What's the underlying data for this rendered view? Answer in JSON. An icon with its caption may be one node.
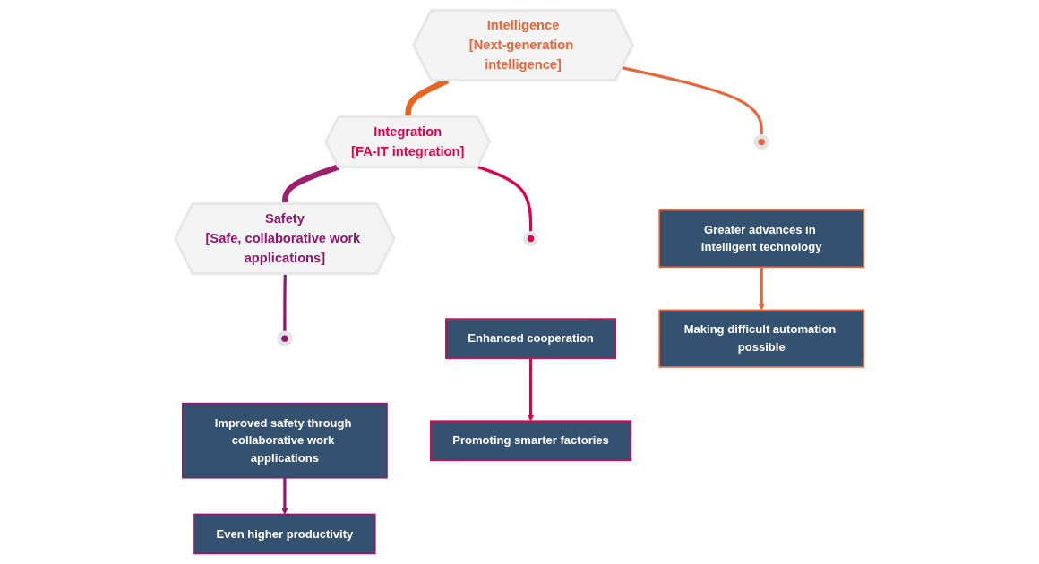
{
  "diagram": {
    "nodes": [
      {
        "text": [
          "Intelligence",
          "[Next-generation intelligence]"
        ]
      },
      {
        "text": [
          "Integration",
          "[FA-IT integration]"
        ]
      },
      {
        "text": [
          "Safety",
          "[Safe, collaborative work applications]"
        ]
      },
      {
        "text": [],
        "shape": "circle"
      },
      {
        "text": [],
        "shape": "circle"
      },
      {
        "text": [],
        "shape": "circle"
      },
      {
        "text": [
          "Greater advances in intelligent technology"
        ]
      },
      {
        "text": [
          "Enhanced cooperation"
        ]
      },
      {
        "text": [
          "Improved safety through collaborative work applications"
        ]
      },
      {
        "text": [
          "Making difficult automation possible"
        ]
      },
      {
        "text": [
          "Promoting smarter factories"
        ]
      },
      {
        "text": [
          "Even higher productivity"
        ]
      }
    ],
    "edges": [
      {
        "from": 0,
        "to": 1,
        "arrow": "none",
        "style": "thick",
        "color": "#e8641f"
      },
      {
        "from": 1,
        "to": 2,
        "arrow": "none",
        "style": "thick",
        "color": "#9e1f6e"
      },
      {
        "from": 0,
        "to": 3,
        "arrow": "none",
        "color": "#e8673a"
      },
      {
        "from": 1,
        "to": 4,
        "arrow": "none",
        "color": "#e0004d"
      },
      {
        "from": 2,
        "to": 5,
        "arrow": "none",
        "color": "#8e1a6f"
      },
      {
        "from": 6,
        "to": 9,
        "arrow": "to",
        "color": "#e8673a"
      },
      {
        "from": 7,
        "to": 10,
        "arrow": "to",
        "color": "#e0004d"
      },
      {
        "from": 8,
        "to": 11,
        "arrow": "to",
        "color": "#8e1a6f"
      }
    ]
  }
}
